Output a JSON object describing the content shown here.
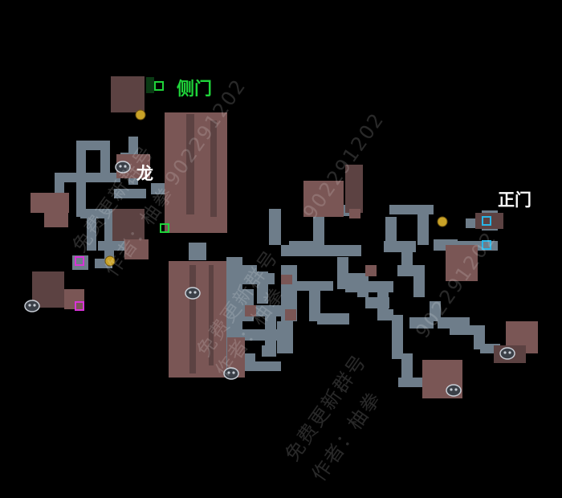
{
  "labels": {
    "side_door": "侧门",
    "dragon": "龙",
    "main_door": "正门"
  },
  "watermarks": {
    "qq": "902291202",
    "group": "免费更新群号",
    "author": "作者：柚拳"
  },
  "colors": {
    "background": "#000000",
    "corridor": "#6e7d8a",
    "room": "#7a5655",
    "room_dark": "#5c4242",
    "side_door": "#1fd43a",
    "dragon": "#ffffff",
    "main_door": "#ffffff",
    "marker_green": "#1fd43a",
    "marker_magenta": "#d933d9",
    "marker_cyan": "#29b6e8",
    "marker_gold": "#c9a227",
    "skull": "#c8ced6"
  },
  "markers": [
    {
      "type": "green-door-square",
      "icon": "square-marker"
    },
    {
      "type": "green-door-square",
      "icon": "square-marker"
    },
    {
      "type": "cyan-door-square",
      "icon": "square-marker"
    },
    {
      "type": "cyan-door-square",
      "icon": "square-marker"
    },
    {
      "type": "magenta-square",
      "icon": "square-marker"
    },
    {
      "type": "magenta-square",
      "icon": "square-marker"
    },
    {
      "type": "gold-token",
      "icon": "coin-icon"
    },
    {
      "type": "gold-token",
      "icon": "coin-icon"
    },
    {
      "type": "gold-token",
      "icon": "coin-icon"
    },
    {
      "type": "enemy-skull",
      "icon": "skull-icon"
    },
    {
      "type": "enemy-skull",
      "icon": "skull-icon"
    },
    {
      "type": "enemy-skull",
      "icon": "skull-icon"
    },
    {
      "type": "enemy-skull",
      "icon": "skull-icon"
    },
    {
      "type": "enemy-skull",
      "icon": "skull-icon"
    },
    {
      "type": "enemy-skull",
      "icon": "skull-icon"
    }
  ]
}
